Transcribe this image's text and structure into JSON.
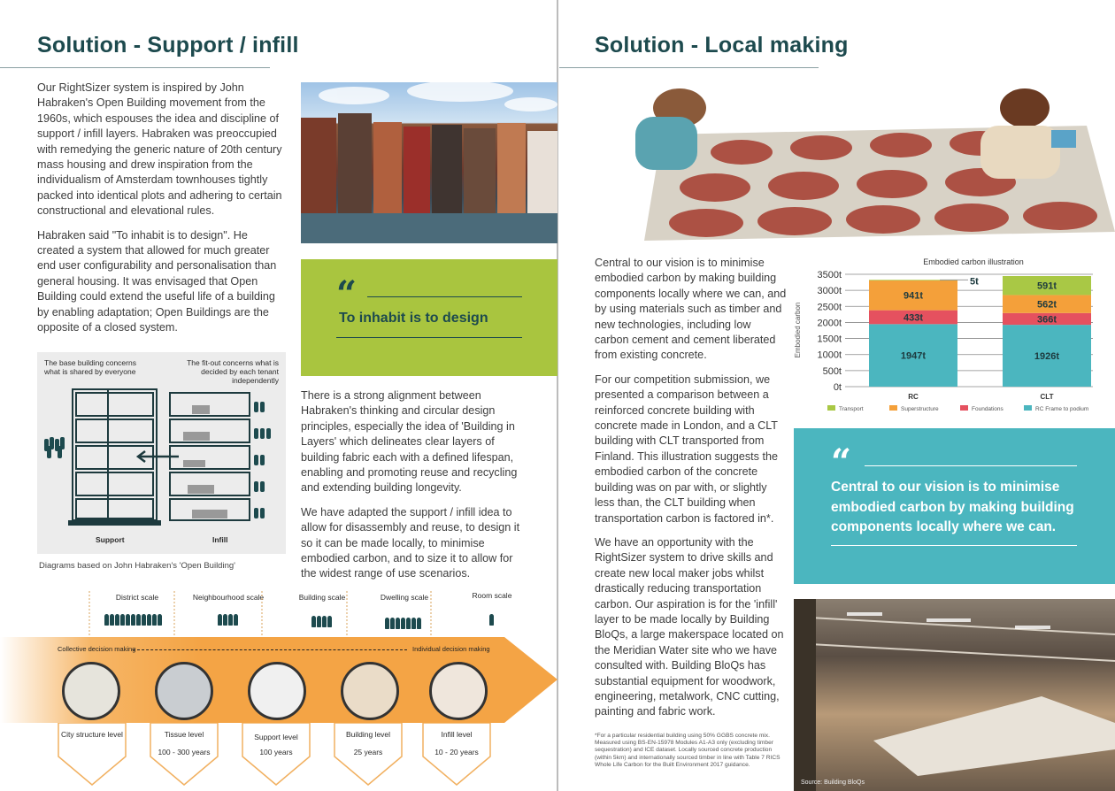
{
  "left": {
    "title": "Solution - Support / infill",
    "paragraphs": [
      "Our RightSizer system is inspired by John Habraken's Open Building movement from the 1960s, which espouses the idea and discipline of support / infill layers. Habraken was preoccupied with remedying the generic nature of 20th century mass housing and drew inspiration from the individualism of Amsterdam townhouses tightly packed into identical plots and adhering to certain constructional and elevational rules.",
      "Habraken said \"To inhabit is to design\". He created a system that allowed for much greater end user configurability and personalisation than general housing. It was envisaged that Open Building could extend the useful life of a building by enabling adaptation; Open Buildings are the opposite of a closed system."
    ],
    "quote": "To inhabit is to design",
    "paragraphs2": [
      "There is a strong alignment between Habraken's thinking and circular design principles, especially the idea of 'Building in Layers' which delineates clear layers of building fabric each with a defined lifespan, enabling and promoting reuse and recycling and extending building longevity.",
      "We have adapted the support / infill idea to allow for disassembly and reuse, to design it so it can be made locally, to minimise embodied carbon, and to size it to allow for the widest range of use scenarios."
    ],
    "diagram": {
      "left_note": "The base building concerns what is shared by everyone",
      "right_note": "The fit-out concerns what is decided by each tenant independently",
      "support_label": "Support",
      "infill_label": "Infill",
      "caption": "Diagrams based on John Habraken's 'Open Building'"
    },
    "timeline": {
      "scales": [
        "District scale",
        "Neighbourhood scale",
        "Building scale",
        "Dwelling scale",
        "Room scale"
      ],
      "collective": "Collective decision making",
      "individual": "Individual decision making",
      "levels": [
        {
          "name": "City structure level",
          "years": ""
        },
        {
          "name": "Tissue level",
          "years": "100 - 300 years"
        },
        {
          "name": "Support level",
          "years": "100 years"
        },
        {
          "name": "Building level",
          "years": "25 years"
        },
        {
          "name": "Infill level",
          "years": "10 - 20 years"
        }
      ]
    }
  },
  "right": {
    "title": "Solution - Local making",
    "paragraphs": [
      "Central to our vision is to minimise embodied carbon by making building components locally where we can, and by using materials such as timber and new technologies, including low carbon cement and cement liberated from existing concrete.",
      "For our competition submission, we presented a comparison between a reinforced concrete building with concrete made in London, and a CLT building with CLT transported from Finland. This illustration suggests the embodied carbon of the concrete building was on par with, or slightly less than, the CLT building when transportation carbon is factored in*.",
      "We have an opportunity with the RightSizer system to drive skills and create new local maker jobs whilst drastically reducing transportation carbon. Our aspiration is for the 'infill' layer to be made locally by Building BloQs, a large makerspace located on the Meridian Water site who we have consulted with. Building BloQs has substantial equipment for woodwork, engineering, metalwork, CNC cutting, painting and fabric work."
    ],
    "footnote": "*For a particular residential building using 50% GGBS concrete mix. Measured using BS-EN-15978 Modules A1-A3 only (excluding timber sequestration) and ICE dataset. Locally sourced concrete production (within 5km) and internationally sourced timber in line with Table 7 RICS Whole Life Carbon for the Built Environment 2017 guidance.",
    "quote": "Central to our vision is to minimise embodied carbon by making building components locally where we can.",
    "photo_source": "Source: Building BloQs"
  },
  "colors": {
    "heading": "#1d4a4e",
    "green": "#a9c53f",
    "teal": "#4bb6bf",
    "orange": "#f4a445"
  },
  "chart_data": {
    "type": "bar",
    "stacked": true,
    "title": "Embodied carbon illustration",
    "ylabel": "Embodied carbon",
    "xlabel": "",
    "categories": [
      "RC",
      "CLT"
    ],
    "ylim": [
      0,
      3500
    ],
    "yticks": [
      "0t",
      "500t",
      "1000t",
      "1500t",
      "2000t",
      "2500t",
      "3000t",
      "3500t"
    ],
    "grid": true,
    "legend": "bottom",
    "series": [
      {
        "name": "RC Frame to podium",
        "values": [
          1947,
          1926
        ],
        "labels": [
          "1947t",
          "1926t"
        ],
        "color": "#4bb6bf"
      },
      {
        "name": "Foundations",
        "values": [
          433,
          366
        ],
        "labels": [
          "433t",
          "366t"
        ],
        "color": "#e5515f"
      },
      {
        "name": "Superstructure",
        "values": [
          941,
          562
        ],
        "labels": [
          "941t",
          "562t"
        ],
        "color": "#f4a03a"
      },
      {
        "name": "Transport",
        "values": [
          5,
          591
        ],
        "labels": [
          "5t",
          "591t"
        ],
        "color": "#a9c845"
      }
    ]
  }
}
